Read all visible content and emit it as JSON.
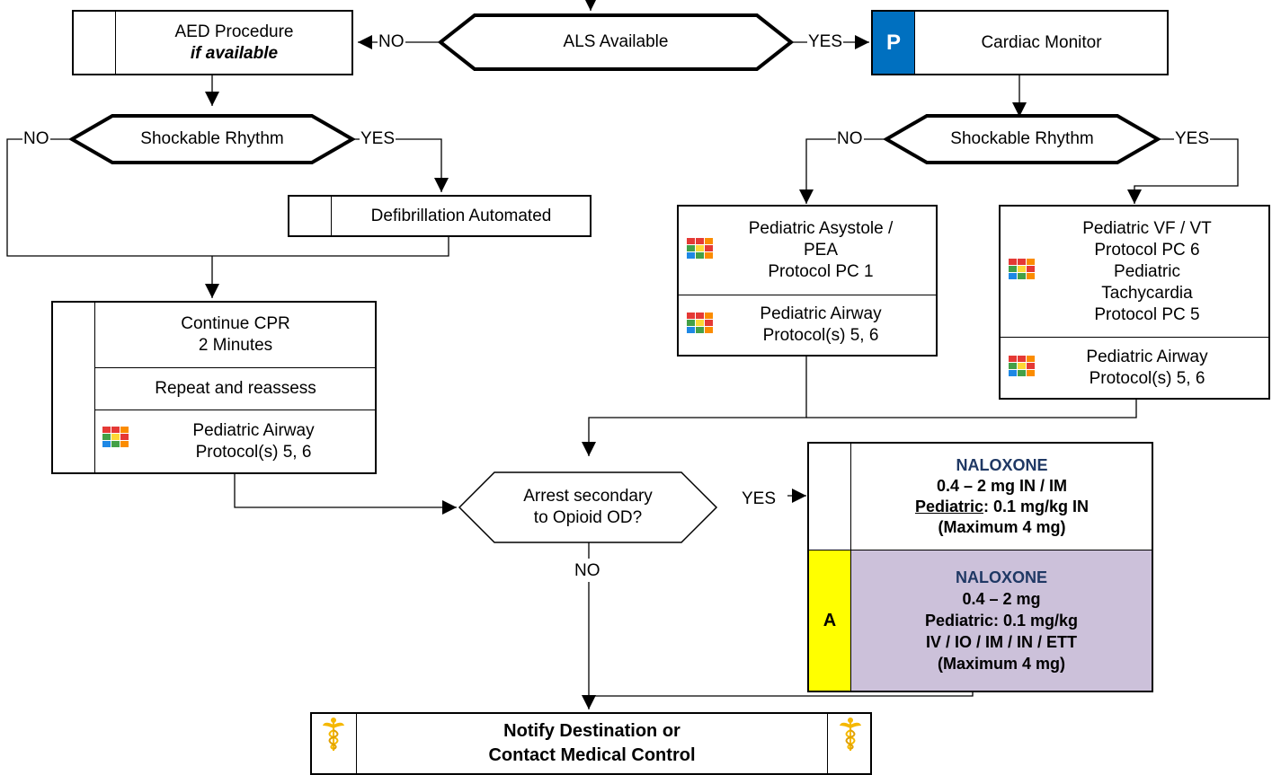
{
  "left_branch": {
    "aed": {
      "line1": "AED  Procedure",
      "line2": "if available"
    },
    "shockable": "Shockable Rhythm",
    "no_label": "NO",
    "yes_label": "YES",
    "defib": "Defibrillation Automated",
    "cpr": {
      "line1": "Continue CPR",
      "line2": "2 Minutes",
      "repeat": "Repeat and reassess",
      "airway": "Pediatric  Airway\nProtocol(s) 5, 6"
    }
  },
  "top": {
    "als": "ALS Available",
    "no_label": "NO",
    "yes_label": "YES",
    "badge_p": "P",
    "monitor": "Cardiac Monitor"
  },
  "right_branch": {
    "shockable": "Shockable Rhythm",
    "no_label": "NO",
    "yes_label": "YES",
    "asystole": {
      "main": "Pediatric Asystole /\nPEA\nProtocol PC 1",
      "airway": "Pediatric  Airway\nProtocol(s) 5, 6"
    },
    "vfvt": {
      "main": "Pediatric VF / VT\nProtocol PC 6\nPediatric\nTachycardia\nProtocol PC 5",
      "airway": "Pediatric  Airway\nProtocol(s) 5, 6"
    }
  },
  "opioid": {
    "question": "Arrest secondary\nto Opioid OD?",
    "yes_label": "YES",
    "no_label": "NO"
  },
  "naloxone": {
    "basic": {
      "title": "NALOXONE",
      "dose": "0.4 – 2 mg IN / IM",
      "ped_label": "Pediatric",
      "ped_value": ": 0.1 mg/kg IN",
      "max": "(Maximum 4 mg)"
    },
    "advanced": {
      "badge": "A",
      "title": "NALOXONE",
      "dose": "0.4 – 2 mg",
      "ped": "Pediatric: 0.1 mg/kg",
      "routes": "IV / IO / IM / IN / ETT",
      "max": "(Maximum 4 mg)"
    }
  },
  "notify": {
    "line1": "Notify Destination or",
    "line2": "Contact Medical Control"
  },
  "colors": {
    "paramedic_blue": "#0070c0",
    "advanced_yellow": "#ffff00",
    "advanced_lavender": "#ccc1da",
    "naloxone_blue": "#1f3864",
    "caduceus_gold": "#f5b800"
  },
  "icons": [
    "reference-grid-icon",
    "caduceus-icon",
    "arrow-head-icon"
  ]
}
